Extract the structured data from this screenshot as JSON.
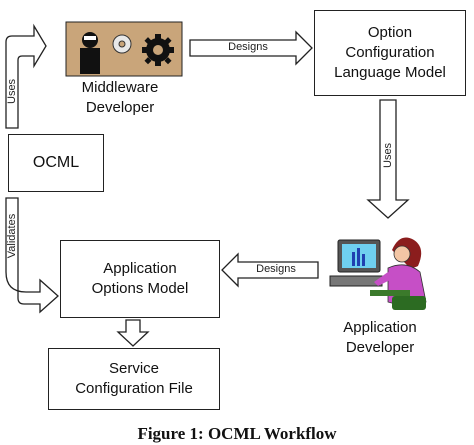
{
  "nodes": {
    "ocml": "OCML",
    "middleware_developer": "Middleware\nDeveloper",
    "option_model": "Option\nConfiguration\nLanguage Model",
    "application_developer": "Application\nDeveloper",
    "application_options_model": "Application\nOptions Model",
    "service_configuration_file": "Service\nConfiguration File"
  },
  "edges": {
    "uses_top": "Uses",
    "designs_top": "Designs",
    "uses_right": "Uses",
    "validates": "Validates",
    "designs_bottom": "Designs"
  },
  "caption": "Figure 1: OCML Workflow"
}
